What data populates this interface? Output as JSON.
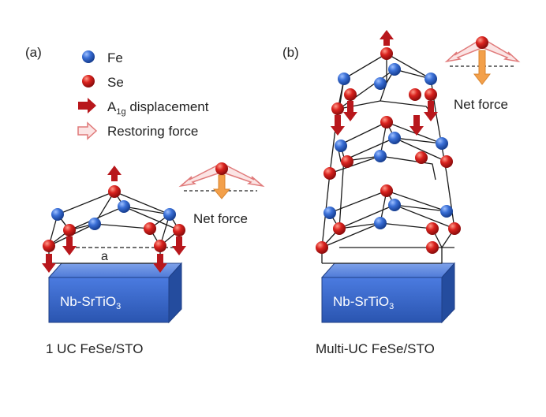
{
  "panel_a": {
    "label": "(a)",
    "caption": "1 UC FeSe/STO",
    "substrate_main": "Nb-SrTiO",
    "substrate_sub": "3",
    "lattice_label": "a",
    "net_force_label": "Net force"
  },
  "panel_b": {
    "label": "(b)",
    "caption": "Multi-UC FeSe/STO",
    "substrate_main": "Nb-SrTiO",
    "substrate_sub": "3",
    "net_force_label": "Net force"
  },
  "legend": {
    "fe": "Fe",
    "se": "Se",
    "a1g_main": "A",
    "a1g_sub": "1g",
    "a1g_rest": " displacement",
    "restoring": "Restoring force"
  },
  "colors": {
    "fe": "#2f63c9",
    "se": "#d42020",
    "arrow": "#b8171c",
    "restoring_fill": "#fbe4e4",
    "restoring_stroke": "#e07a7a",
    "net_force": "#f3a04a",
    "substrate_front": "#2f5fbf",
    "substrate_top": "#5f88dd",
    "substrate_side": "#234a9a"
  }
}
